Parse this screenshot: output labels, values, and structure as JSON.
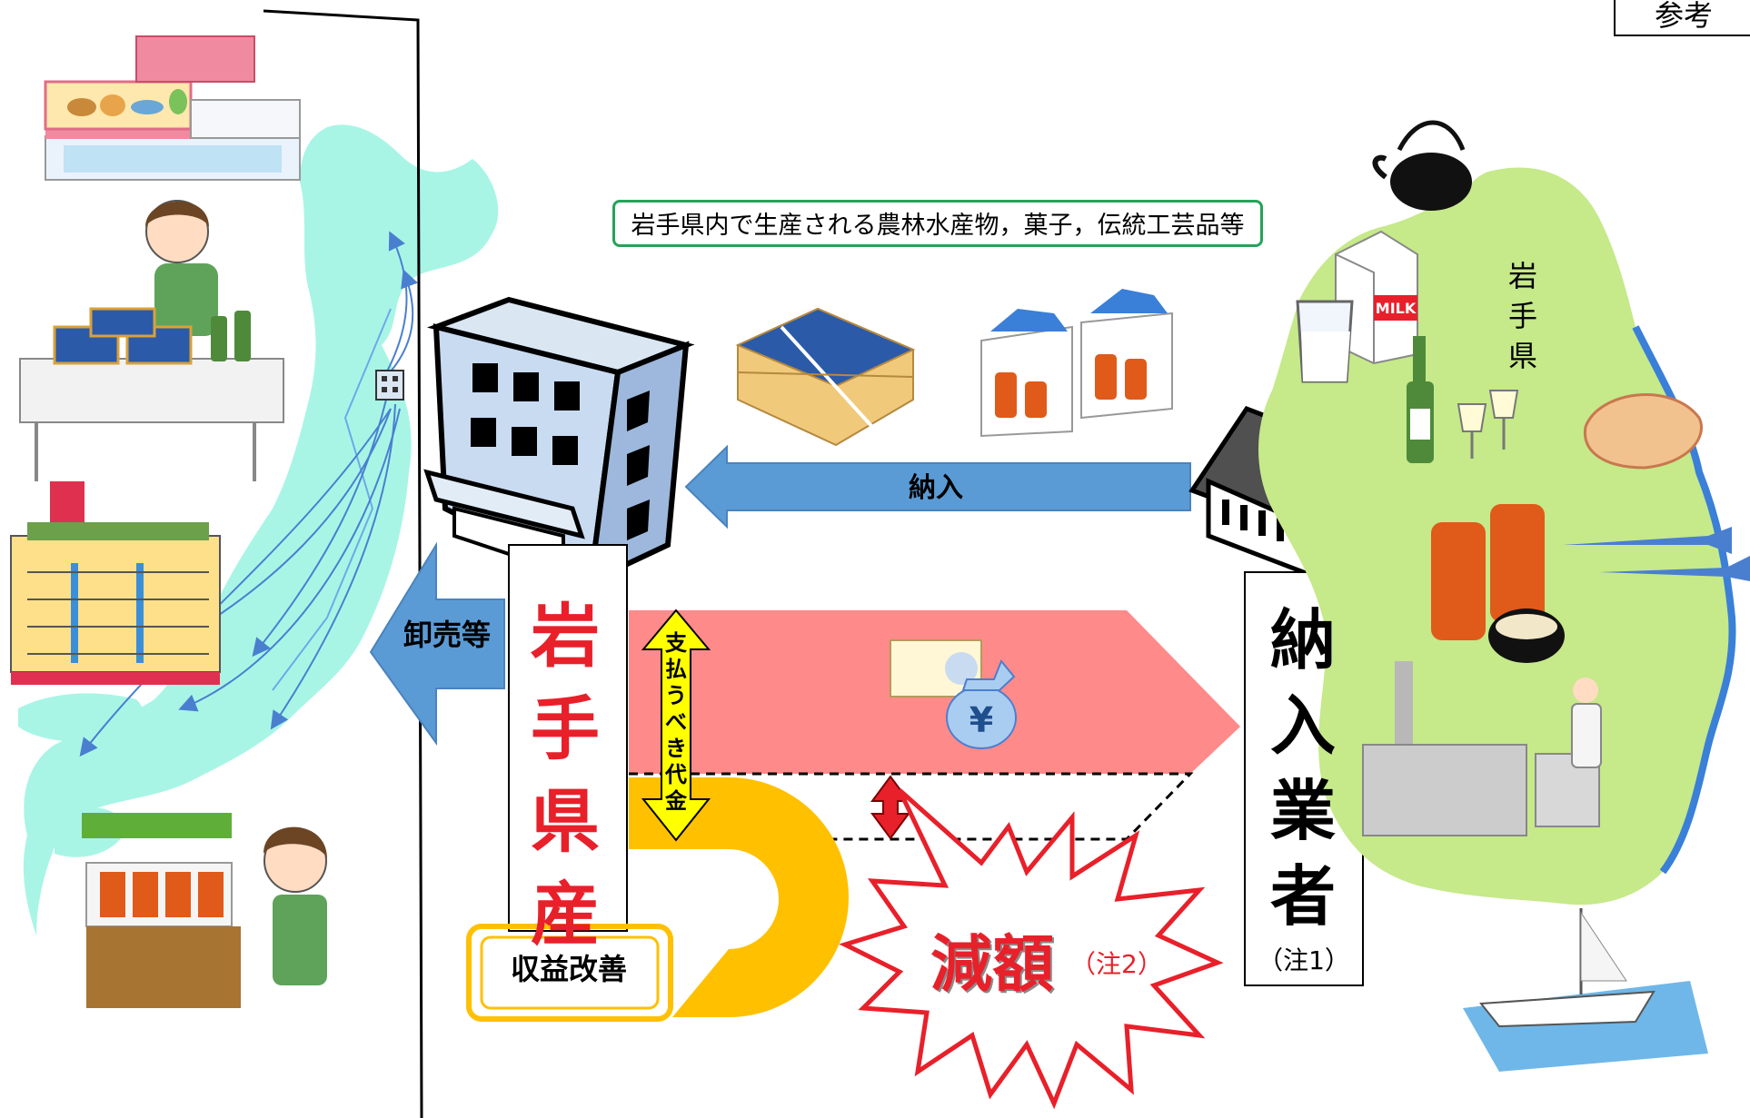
{
  "labels": {
    "reference": "参考",
    "products": "岩手県内で生産される農林水産物，菓子，伝統工芸品等",
    "iwate_prefecture": "岩手県",
    "delivery": "納入",
    "wholesale": "卸売等",
    "iwate_kensan": "岩手県産",
    "suppliers": "納入業者",
    "note1": "（注1）",
    "payment_due": "支払うべき代金",
    "profit_improvement": "収益改善",
    "reduction": "減額",
    "note2": "（注2）",
    "milk": "MILK",
    "yen": "¥"
  },
  "colors": {
    "arrow_blue": "#5b9bd5",
    "payment_pink": "#ff8a8a",
    "profit_gold": "#ffc000",
    "alert_red": "#e8202a",
    "map_cyan": "#a8f5e6",
    "map_green": "#c6e98a",
    "caption_green": "#25a35a"
  }
}
